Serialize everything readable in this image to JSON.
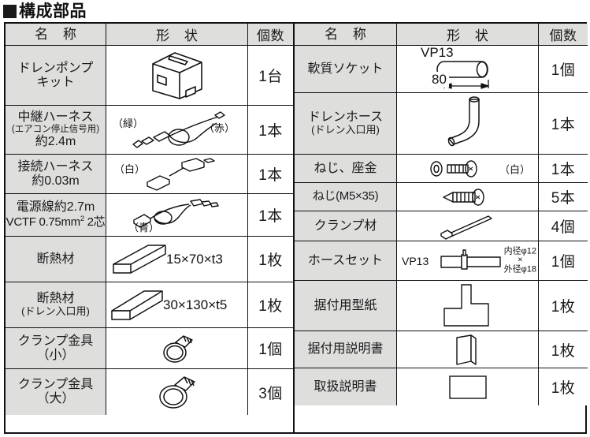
{
  "title": {
    "marker": "square-bullet",
    "text": "構成部品"
  },
  "table": {
    "headers": {
      "name": "名  称",
      "shape": "形  状",
      "qty": "個数"
    },
    "left_rows": [
      {
        "name_lines": [
          "ドレンポンプ",
          "キット"
        ],
        "qty": "1台",
        "shape_icon": "drain-pump-unit",
        "shape_labels": []
      },
      {
        "name_lines": [
          "中継ハーネス",
          "(エアコン停止信号用)",
          "約2.4m"
        ],
        "name_styles": [
          "",
          "sub",
          ""
        ],
        "qty": "1本",
        "shape_icon": "relay-harness",
        "shape_labels": [
          "（緑）",
          "（赤）"
        ]
      },
      {
        "name_lines": [
          "接続ハーネス",
          "約0.03m"
        ],
        "qty": "1本",
        "shape_icon": "connection-harness",
        "shape_labels": [
          "（白）"
        ]
      },
      {
        "name_lines": [
          "電源線約2.7m",
          "VCTF 0.75mm² 2芯"
        ],
        "qty": "1本",
        "shape_icon": "power-cord",
        "shape_labels": [
          "（青）"
        ]
      },
      {
        "name_lines": [
          "断熱材"
        ],
        "qty": "1枚",
        "shape_icon": "insulation-block",
        "shape_labels": [
          "15×70×t3"
        ]
      },
      {
        "name_lines": [
          "断熱材",
          "(ドレン入口用)"
        ],
        "name_styles": [
          "",
          "sub2"
        ],
        "qty": "1枚",
        "shape_icon": "insulation-block-large",
        "shape_labels": [
          "30×130×t5"
        ]
      },
      {
        "name_lines": [
          "クランプ金具",
          "（小）"
        ],
        "qty": "1個",
        "shape_icon": "hose-clamp-small",
        "shape_labels": []
      },
      {
        "name_lines": [
          "クランプ金具",
          "（大）"
        ],
        "qty": "3個",
        "shape_icon": "hose-clamp-large",
        "shape_labels": []
      }
    ],
    "right_rows": [
      {
        "name_lines": [
          "軟質ソケット"
        ],
        "qty": "1個",
        "shape_icon": "soft-socket",
        "shape_labels": [
          "VP13",
          "80"
        ]
      },
      {
        "name_lines": [
          "ドレンホース",
          "(ドレン入口用)"
        ],
        "name_styles": [
          "",
          "sub2"
        ],
        "qty": "1本",
        "shape_icon": "drain-hose-elbow",
        "shape_labels": []
      },
      {
        "name_lines": [
          "ねじ、座金"
        ],
        "qty": "1本",
        "shape_icon": "screw-and-washer",
        "shape_labels": [
          "（白）"
        ]
      },
      {
        "name_lines": [
          "ねじ(M5×35)"
        ],
        "name_styles": [
          "tight"
        ],
        "qty": "5本",
        "shape_icon": "screw",
        "shape_labels": []
      },
      {
        "name_lines": [
          "クランプ材"
        ],
        "qty": "4個",
        "shape_icon": "cable-tie",
        "shape_labels": []
      },
      {
        "name_lines": [
          "ホースセット"
        ],
        "qty": "1個",
        "shape_icon": "hose-set",
        "shape_labels": [
          "VP13",
          "内径φ12",
          "×",
          "外径φ18"
        ]
      },
      {
        "name_lines": [
          "据付用型紙"
        ],
        "qty": "1枚",
        "shape_icon": "mounting-template",
        "shape_labels": []
      },
      {
        "name_lines": [
          "据付用説明書"
        ],
        "qty": "1枚",
        "shape_icon": "installation-manual",
        "shape_labels": []
      },
      {
        "name_lines": [
          "取扱説明書"
        ],
        "qty": "1枚",
        "shape_icon": "operation-manual",
        "shape_labels": []
      }
    ]
  },
  "colors": {
    "header_bg": "#dededd",
    "name_bg": "#dededd",
    "border": "#111111",
    "text": "#1a1a1a"
  }
}
